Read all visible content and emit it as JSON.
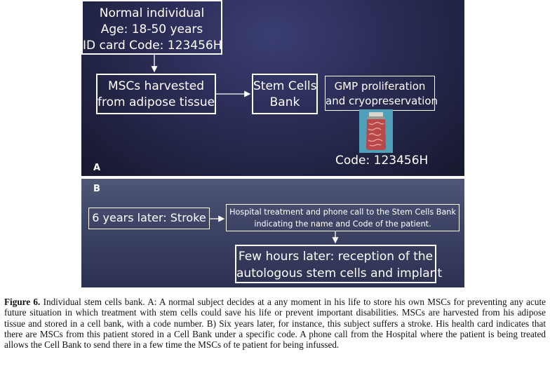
{
  "panel_a": {
    "letter": "A",
    "individual_box": {
      "line1": "Normal individual",
      "line2": "Age: 18-50 years",
      "line3": "ID card Code: 123456H"
    },
    "harvest_box": {
      "line1": "MSCs harvested",
      "line2": "from adipose tissue"
    },
    "bank_box": {
      "line1": "Stem Cells",
      "line2": "Bank"
    },
    "gmp_box": {
      "line1": "GMP proliferation",
      "line2": "and cryopreservation"
    },
    "code_label": "Code: 123456H"
  },
  "panel_b": {
    "letter": "B",
    "stroke_box": "6 years later: Stroke",
    "hospital_box": {
      "line1": "Hospital treatment and phone call to the Stem Cells Bank",
      "line2": "indicating the name  and Code of the patient."
    },
    "reception_box": {
      "line1": "Few hours later: reception of the",
      "line2": "autologous stem cells and implant"
    }
  },
  "caption": {
    "label": "Figure 6.",
    "text": "Individual stem cells bank. A: A normal subject decides at a any moment in his life to store his own MSCs for preventing any acute future situation in which treatment with stem cells could save his life or prevent important disabilities. MSCs are harvested from his adipose tissue and stored in a cell bank, with a code number. B) Six years later, for instance, this subject suffers a stroke. His health card indicates that there are MSCs from this patient stored in a Cell Bank under a specific code. A phone call from the Hospital where the patient is being treated allows the Cell Bank to send there in a few time the MSCs of te patient for being infussed."
  },
  "colors": {
    "panel_a_bg": "#2a2c55",
    "panel_b_bg": "#3f4566",
    "box_border": "#ffffff",
    "jar_body": "#b8484a"
  }
}
